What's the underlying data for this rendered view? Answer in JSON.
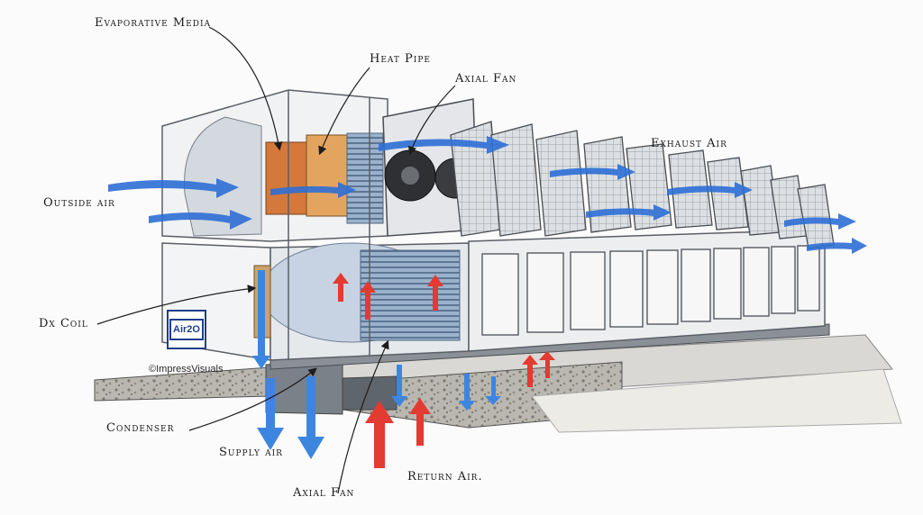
{
  "labels": {
    "evaporative_media": "Evaporative Media",
    "heat_pipe": "Heat Pipe",
    "axial_fan_top": "Axial Fan",
    "exhaust_air": "Exhaust Air",
    "outside_air": "Outside air",
    "dx_coil": "Dx Coil",
    "condenser": "Condenser",
    "supply_air": "Supply air",
    "axial_fan_bottom": "Axial Fan",
    "return_air": "Return Air."
  },
  "logo_text": "Air2O",
  "copyright": "©ImpressVisuals",
  "colors": {
    "cold_air": "#2f6fd6",
    "warm_air": "#e33a32",
    "frame": "#5a5f66",
    "panel": "#eef0f2"
  }
}
